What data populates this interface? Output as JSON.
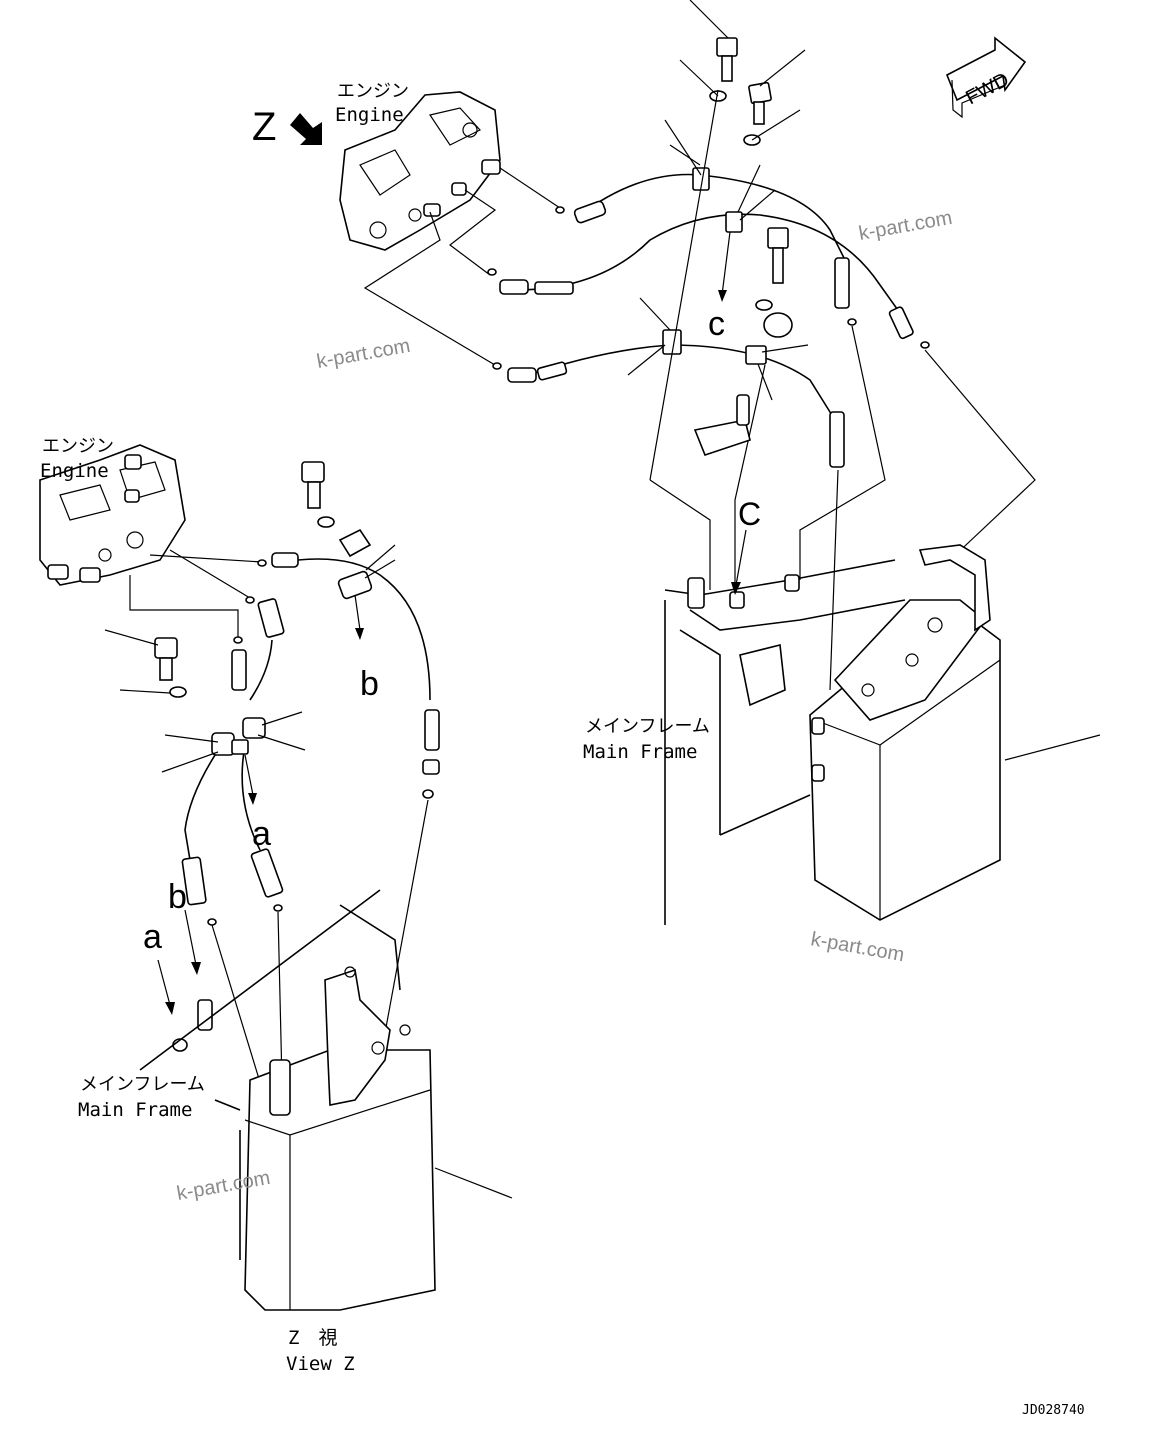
{
  "labels": {
    "engine_jp": "エンジン",
    "engine_en": "Engine",
    "main_frame_jp": "メインフレーム",
    "main_frame_en": "Main Frame",
    "view_jp": "Z　視",
    "view_en": "View Z",
    "z_marker": "Z",
    "fwd": "FWD",
    "ref_a": "a",
    "ref_b": "b",
    "ref_c": "c",
    "ref_c_upper": "C"
  },
  "watermark": "k-part.com",
  "drawing_code": "JD028740"
}
